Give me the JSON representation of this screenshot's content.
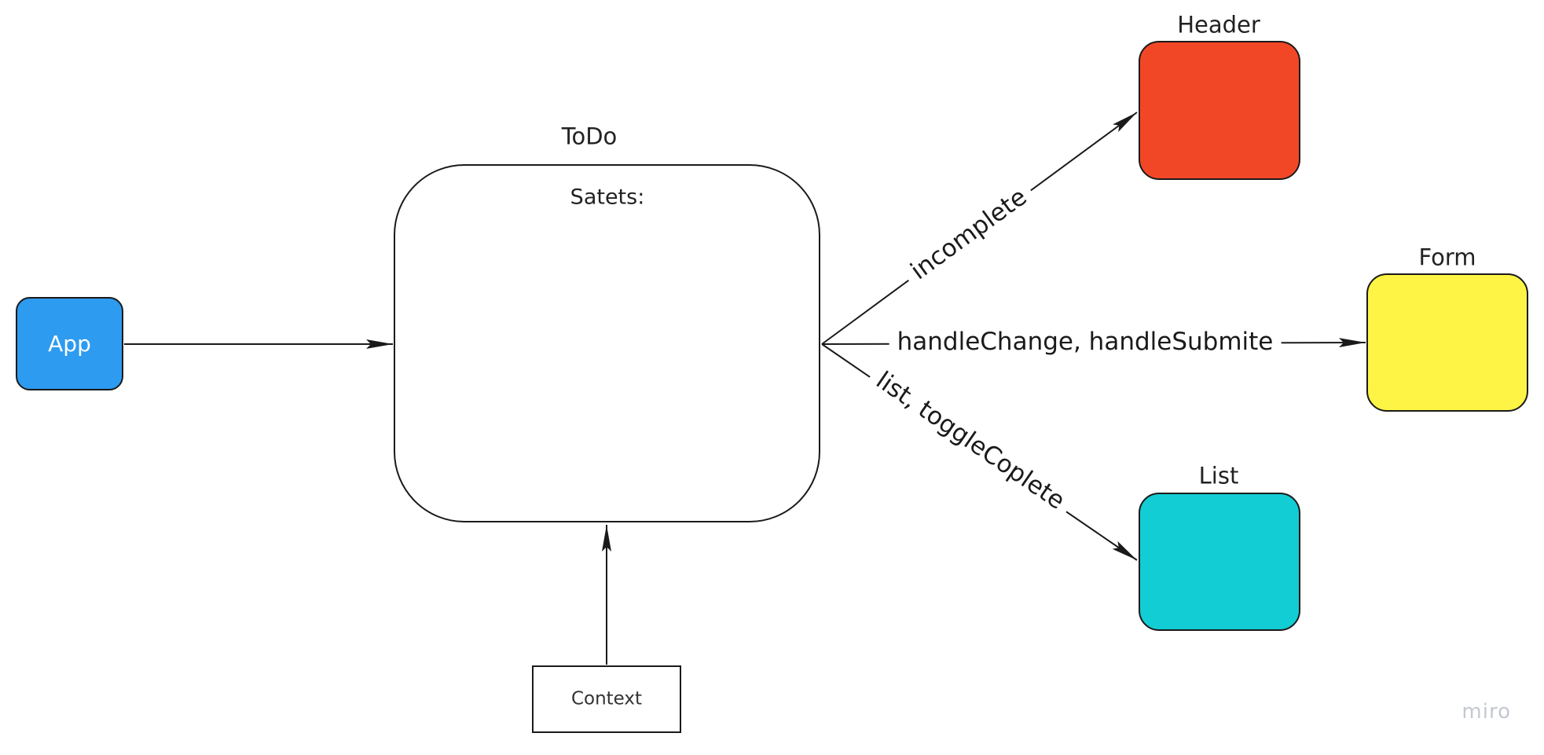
{
  "nodes": {
    "app": {
      "label": "App",
      "color": "#2D9BF0"
    },
    "todo": {
      "title": "ToDo",
      "inner_label": "Satets:"
    },
    "header": {
      "title": "Header",
      "color": "#F24726"
    },
    "form": {
      "title": "Form",
      "color": "#FEF445"
    },
    "list": {
      "title": "List",
      "color": "#12CDD4"
    },
    "context": {
      "label": "Context"
    }
  },
  "edges": {
    "incomplete": "incomplete",
    "handle": "handleChange, handleSubmite",
    "list_toggle": "list, toggleCoplete"
  },
  "watermark": "miro"
}
